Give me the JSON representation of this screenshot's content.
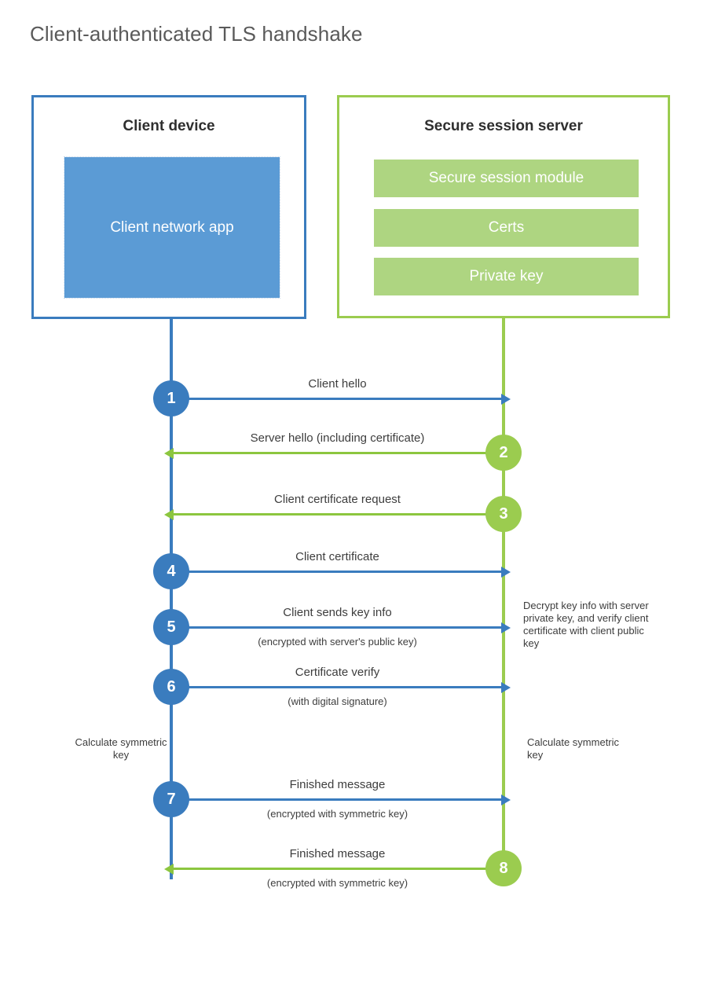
{
  "title": "Client-authenticated TLS handshake",
  "colors": {
    "client_blue": "#3a7cbe",
    "app_fill": "#5b9bd5",
    "server_green": "#9bcc4f",
    "bar_fill": "#aed581",
    "arrow_green": "#8cc63f",
    "text": "#3d3d3d",
    "title_text": "#5a5a5a"
  },
  "client": {
    "title": "Client device",
    "app_label": "Client network app"
  },
  "server": {
    "title": "Secure session server",
    "bars": [
      {
        "label": "Secure session module"
      },
      {
        "label": "Certs"
      },
      {
        "label": "Private key"
      }
    ]
  },
  "steps": [
    {
      "number": "1",
      "label": "Client hello",
      "sub": "",
      "direction": "client-to-server",
      "color": "blue"
    },
    {
      "number": "2",
      "label": "Server hello (including certificate)",
      "sub": "",
      "direction": "server-to-client",
      "color": "green"
    },
    {
      "number": "3",
      "label": "Client certificate request",
      "sub": "",
      "direction": "server-to-client",
      "color": "green"
    },
    {
      "number": "4",
      "label": "Client certificate",
      "sub": "",
      "direction": "client-to-server",
      "color": "blue"
    },
    {
      "number": "5",
      "label": "Client sends key info",
      "sub": "(encrypted with server's public key)",
      "direction": "client-to-server",
      "color": "blue"
    },
    {
      "number": "6",
      "label": "Certificate verify",
      "sub": "(with digital signature)",
      "direction": "client-to-server",
      "color": "blue"
    },
    {
      "number": "7",
      "label": "Finished message",
      "sub": "(encrypted with symmetric key)",
      "direction": "client-to-server",
      "color": "blue"
    },
    {
      "number": "8",
      "label": "Finished message",
      "sub": "(encrypted with symmetric key)",
      "direction": "server-to-client",
      "color": "green"
    }
  ],
  "notes": {
    "decrypt": "Decrypt key info with server private key, and verify client certificate with client public key",
    "calculate_client": "Calculate symmetric key",
    "calculate_server": "Calculate symmetric key"
  }
}
